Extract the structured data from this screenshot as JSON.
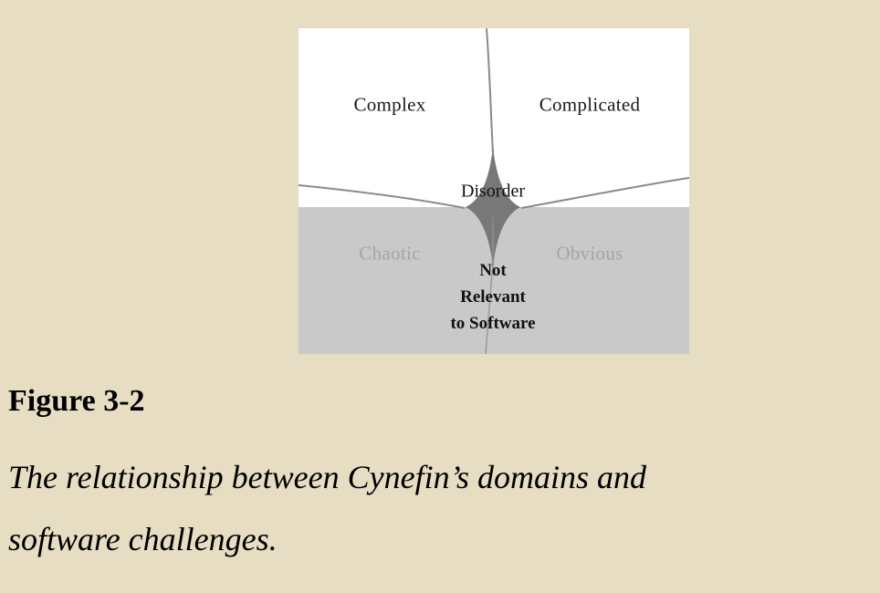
{
  "page": {
    "background_color": "#e7ddc3"
  },
  "diagram": {
    "colors": {
      "white_region": "#ffffff",
      "gray_region": "#c9c9c9",
      "disorder_blob": "#787878",
      "boundary_line": "#8a8a8a",
      "inactive_text": "#a5a5a5",
      "active_text": "#1a1a1a"
    },
    "quadrants": {
      "top_left": "Complex",
      "top_right": "Complicated",
      "bottom_left": "Chaotic",
      "bottom_right": "Obvious"
    },
    "center_label": "Disorder",
    "overlay": {
      "line1": "Not",
      "line2": "Relevant",
      "line3": "to Software"
    }
  },
  "caption": {
    "number": "Figure 3-2",
    "line1": "The relationship between Cynefin’s domains and",
    "line2": "software challenges."
  }
}
